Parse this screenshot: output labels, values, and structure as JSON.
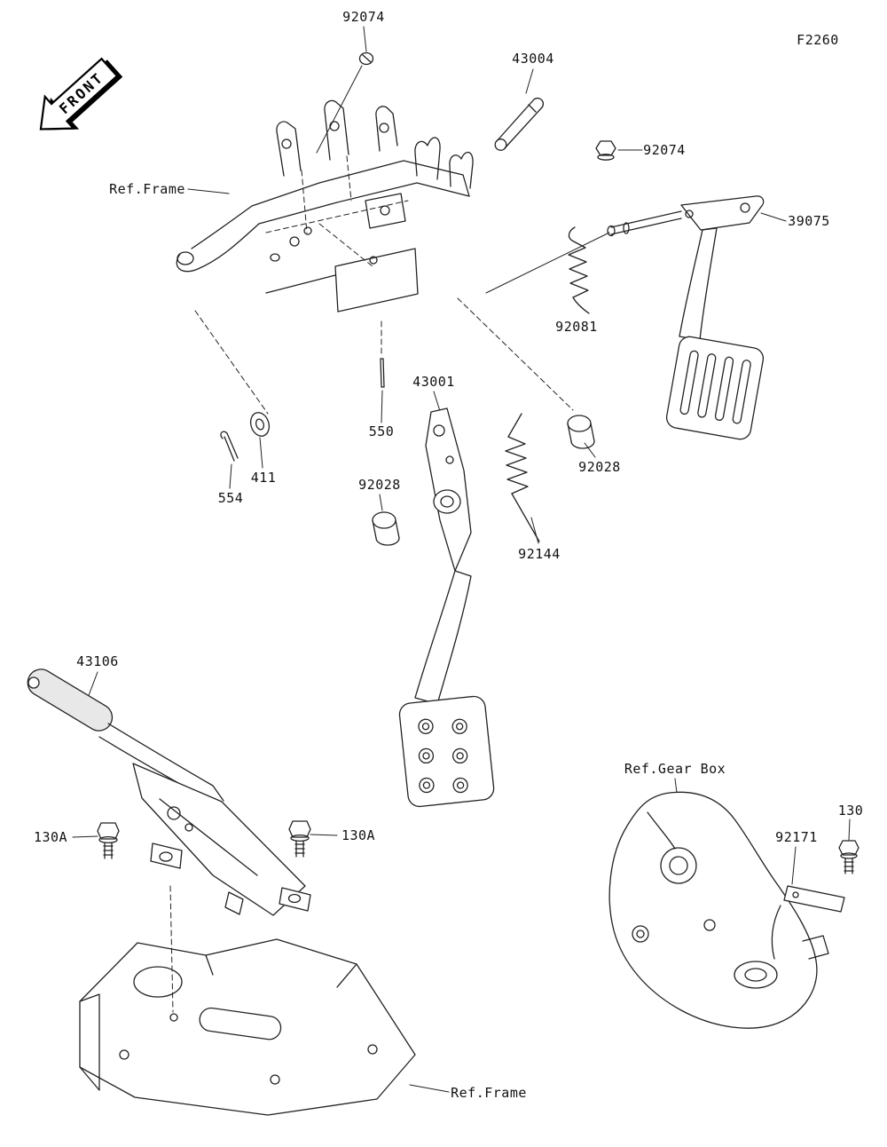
{
  "page": {
    "figure_code": "F2260",
    "front_label": "FRONT"
  },
  "labels": {
    "screw_top": "92074",
    "pivot_pin": "43004",
    "nut_right": "92074",
    "ref_frame_top": "Ref.Frame",
    "brake_pedal": "39075",
    "return_spring": "92081",
    "pedal": "43001",
    "small_pin": "550",
    "washer": "411",
    "cotter_pin": "554",
    "bushing_left": "92028",
    "bushing_right": "92028",
    "pedal_spring": "92144",
    "parking_lever": "43106",
    "bolt_130a_left": "130A",
    "bolt_130a_right": "130A",
    "ref_gear_box": "Ref.Gear Box",
    "shim_plate": "92171",
    "bolt_130": "130",
    "ref_frame_bottom": "Ref.Frame"
  }
}
